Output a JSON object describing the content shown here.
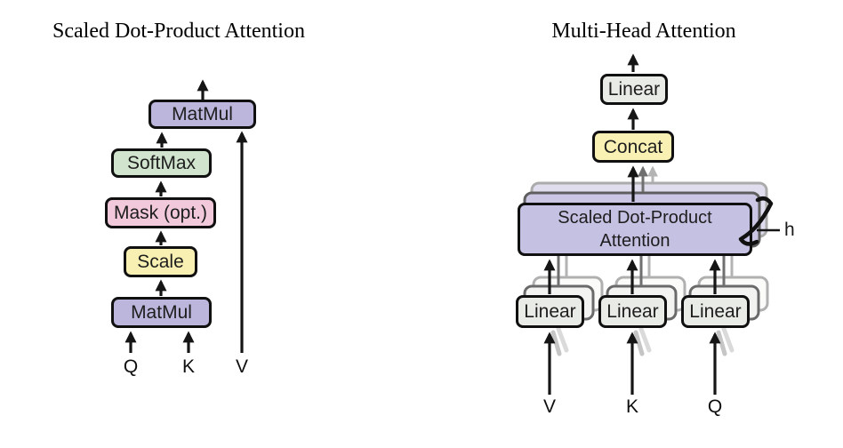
{
  "figure": {
    "left_diagram": {
      "title": "Scaled Dot-Product Attention",
      "boxes": {
        "matmul_top": {
          "label": "MatMul",
          "fill": "#bcb6dd"
        },
        "softmax": {
          "label": "SoftMax",
          "fill": "#d1e4cd"
        },
        "mask": {
          "label": "Mask (opt.)",
          "fill": "#f1c9da"
        },
        "scale": {
          "label": "Scale",
          "fill": "#f8f0b3"
        },
        "matmul_bottom": {
          "label": "MatMul",
          "fill": "#bcb6dd"
        }
      },
      "inputs": {
        "q": "Q",
        "k": "K",
        "v": "V"
      }
    },
    "right_diagram": {
      "title": "Multi-Head Attention",
      "boxes": {
        "linear_top": {
          "label": "Linear",
          "fill": "#e8ebe6"
        },
        "concat": {
          "label": "Concat",
          "fill": "#f9f0b3"
        },
        "sdpa": {
          "label_line1": "Scaled Dot-Product",
          "label_line2": "Attention",
          "fill": "#c5c1e2"
        },
        "linear_v": {
          "label": "Linear",
          "fill": "#e8ebe6"
        },
        "linear_k": {
          "label": "Linear",
          "fill": "#e8ebe6"
        },
        "linear_q": {
          "label": "Linear",
          "fill": "#e8ebe6"
        }
      },
      "head_count_label": "h",
      "inputs": {
        "v": "V",
        "k": "K",
        "q": "Q"
      }
    },
    "colors": {
      "box_border": "#101010",
      "purple": "#bcb6dd",
      "purple_light": "#c5c1e2",
      "green": "#d1e4cd",
      "pink": "#f1c9da",
      "yellow": "#f8f0b3",
      "gray_green": "#e8ebe6",
      "stack_mid_fill": "#cac6e4",
      "stack_back_fill": "#e0ddef",
      "stack_mid_border": "#5f5f5f",
      "stack_back_border": "#ababab",
      "arrow_black": "#151515",
      "arrow_gray": "#6f6f6f",
      "arrow_light_gray": "#b3b3b3"
    }
  }
}
